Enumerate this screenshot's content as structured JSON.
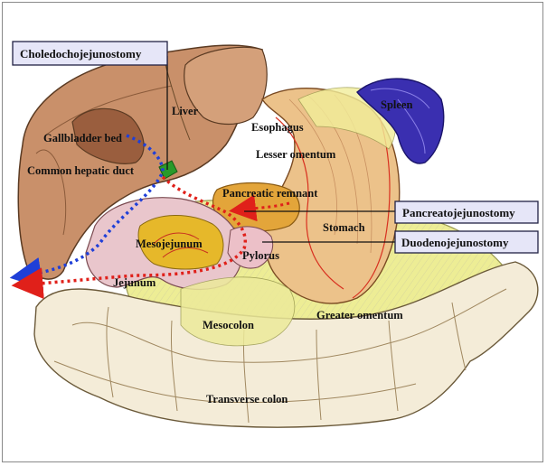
{
  "figure": {
    "boxed_labels": {
      "choledochojejunostomy": "Choledochojejunostomy",
      "pancreatojejunostomy": "Pancreatojejunostomy",
      "duodenojejunostomy": "Duodenojejunostomy"
    },
    "labels": {
      "liver": "Liver",
      "spleen": "Spleen",
      "esophagus": "Esophagus",
      "gallbladder_bed": "Gallbladder bed",
      "lesser_omentum": "Lesser omentum",
      "common_hepatic_duct": "Common hepatic duct",
      "pancreatic_remnant": "Pancreatic remnant",
      "stomach": "Stomach",
      "mesojejunum": "Mesojejunum",
      "pylorus": "Pylorus",
      "jejunum": "Jejunum",
      "mesocolon": "Mesocolon",
      "greater_omentum": "Greater omentum",
      "transverse_colon": "Transverse colon"
    },
    "colors": {
      "label_box_fill": "#e6e6f8",
      "bile_flow_arrow": "#1f3fd8",
      "food_flow_arrow": "#e0201a",
      "spleen": "#3a2fb0",
      "liver": "#c9906a",
      "omentum_yellow": "#ecec8a"
    },
    "icons": {
      "bile_flow": "blue-dotted-arrow",
      "food_flow": "red-dotted-arrow"
    }
  }
}
